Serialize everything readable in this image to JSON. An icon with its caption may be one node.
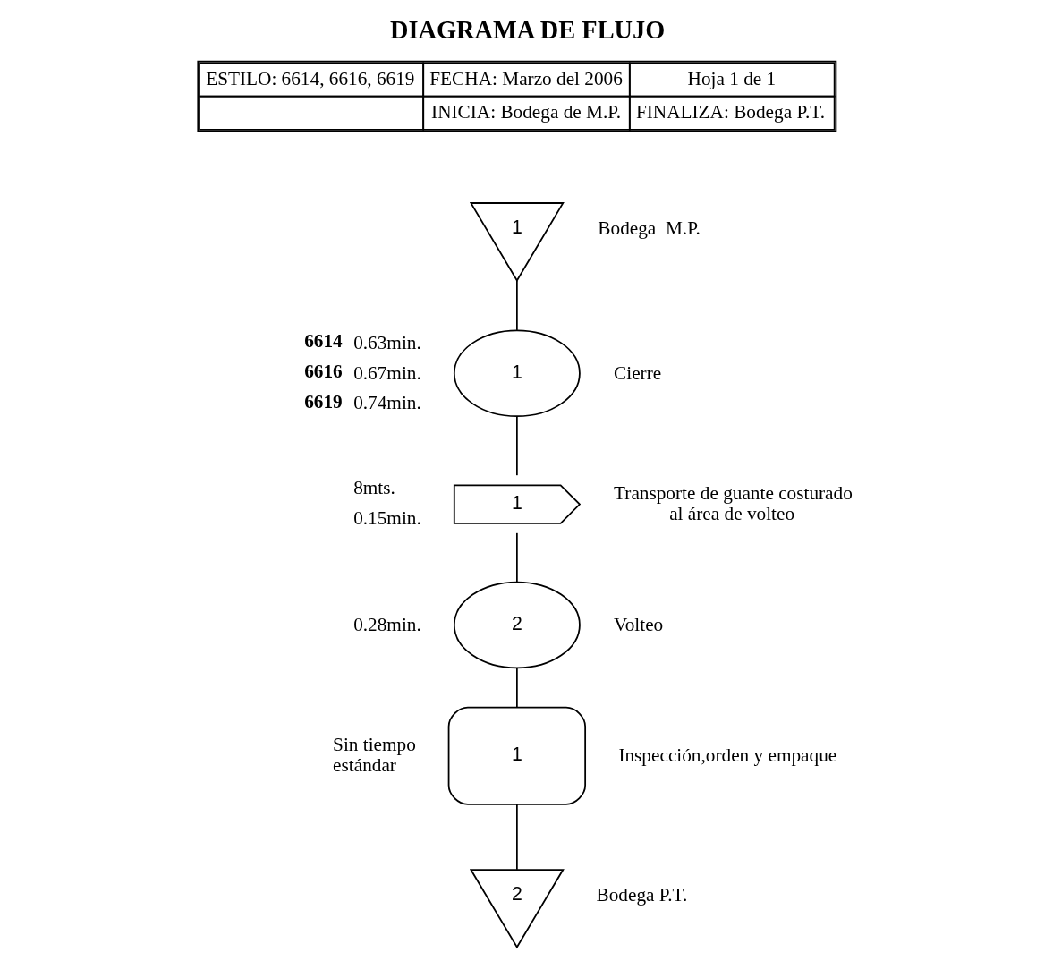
{
  "diagram": {
    "title": "DIAGRAMA DE FLUJO",
    "nodes": [
      {
        "text": [
          "1"
        ],
        "beside": [
          "Bodega  M.P."
        ]
      },
      {
        "text": [
          "1"
        ],
        "beside": [
          "Cierre",
          "6614",
          "0.63min.",
          "6616",
          "0.67min.",
          "6619",
          "0.74min."
        ]
      },
      {
        "text": [
          "1"
        ],
        "beside": [
          "Transporte de guante costurado al área de volteo",
          "8mts.",
          "0.15min."
        ]
      },
      {
        "text": [
          "2"
        ],
        "beside": [
          "Volteo",
          "0.28min."
        ]
      },
      {
        "text": [
          "1"
        ],
        "beside": [
          "Inspección,orden y empaque",
          "Sin tiempo estándar"
        ]
      },
      {
        "text": [
          "2"
        ],
        "beside": [
          "Bodega P.T."
        ]
      }
    ],
    "edges": [
      {
        "from": 0,
        "to": 1,
        "arrow": "none"
      },
      {
        "from": 1,
        "to": 2,
        "arrow": "none"
      },
      {
        "from": 2,
        "to": 3,
        "arrow": "none"
      },
      {
        "from": 3,
        "to": 4,
        "arrow": "none"
      },
      {
        "from": 4,
        "to": 5,
        "arrow": "none"
      }
    ],
    "labels": [
      "ESTILO: 6614, 6616, 6619",
      "FECHA: Marzo del 2006",
      "Hoja 1 de 1",
      "INICIA: Bodega de M.P.",
      "FINALIZA: Bodega P.T."
    ]
  }
}
